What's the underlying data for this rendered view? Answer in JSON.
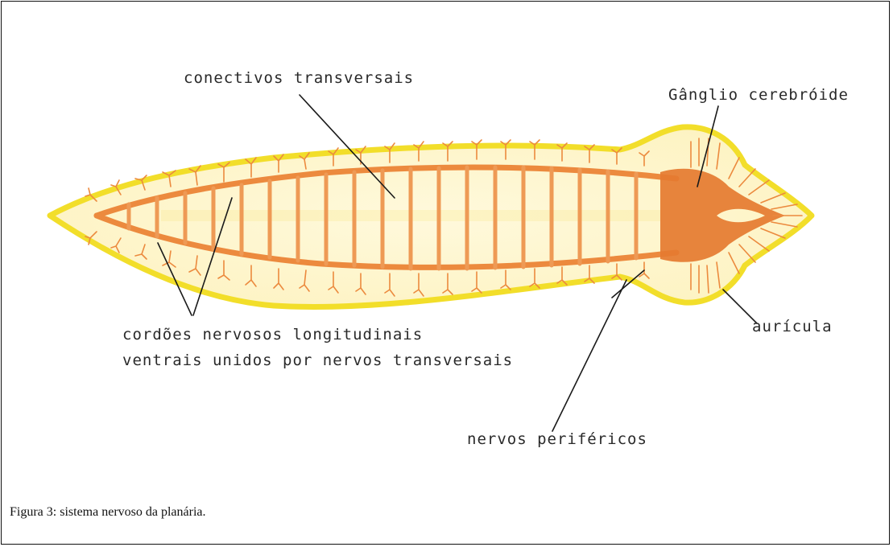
{
  "figure": {
    "labels": {
      "connectives": "conectivos transversais",
      "ganglion": "Gânglio cerebróide",
      "cords_line1": "cordões nervosos longitudinais",
      "cords_line2": "ventrais unidos por nervos transversais",
      "auricle": "aurícula",
      "peripheral": "nervos periféricos"
    },
    "caption": "Figura 3: sistema nervoso da planária.",
    "colors": {
      "body_outline": "#f2de2a",
      "body_fill": "#fdf6cf",
      "nerve": "#ec8a3e",
      "ganglion": "#e57a30",
      "ink": "#2a2a2a"
    }
  }
}
